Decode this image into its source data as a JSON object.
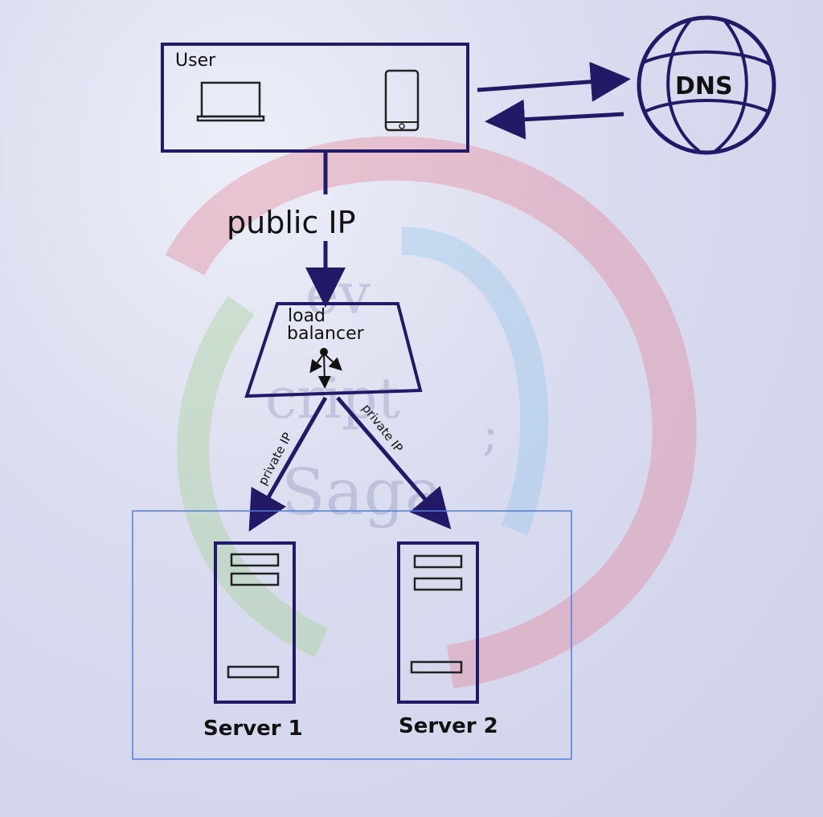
{
  "diagram": {
    "user_label": "User",
    "dns_label": "DNS",
    "public_ip_label": "public IP",
    "load_balancer_label_line1": "load",
    "load_balancer_label_line2": "balancer",
    "private_ip_left_label": "private IP",
    "private_ip_right_label": "private IP",
    "server1_label": "Server 1",
    "server2_label": "Server 2"
  },
  "colors": {
    "stroke": "#221a66",
    "cluster_border": "#4f7fe0",
    "text": "#111111"
  },
  "icons": [
    "laptop-icon",
    "phone-icon",
    "globe-icon",
    "split-arrows-icon",
    "server-icon"
  ]
}
